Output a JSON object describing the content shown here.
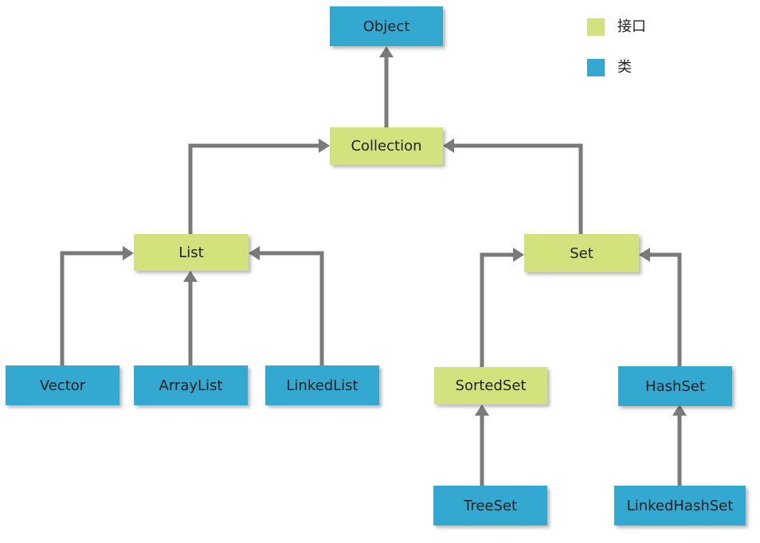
{
  "colors": {
    "interface": "#d4e27e",
    "class": "#33a8d0",
    "arrow": "#7a7a7a"
  },
  "legend": {
    "interface_label": "接口",
    "class_label": "类"
  },
  "nodes": {
    "object": "Object",
    "collection": "Collection",
    "list": "List",
    "set": "Set",
    "vector": "Vector",
    "arraylist": "ArrayList",
    "linkedlist": "LinkedList",
    "sortedset": "SortedSet",
    "hashset": "HashSet",
    "treeset": "TreeSet",
    "linkedhashset": "LinkedHashSet"
  },
  "edges": [
    {
      "from": "Collection",
      "to": "Object"
    },
    {
      "from": "List",
      "to": "Collection"
    },
    {
      "from": "Set",
      "to": "Collection"
    },
    {
      "from": "Vector",
      "to": "List"
    },
    {
      "from": "ArrayList",
      "to": "List"
    },
    {
      "from": "LinkedList",
      "to": "List"
    },
    {
      "from": "SortedSet",
      "to": "Set"
    },
    {
      "from": "HashSet",
      "to": "Set"
    },
    {
      "from": "TreeSet",
      "to": "SortedSet"
    },
    {
      "from": "LinkedHashSet",
      "to": "HashSet"
    }
  ]
}
